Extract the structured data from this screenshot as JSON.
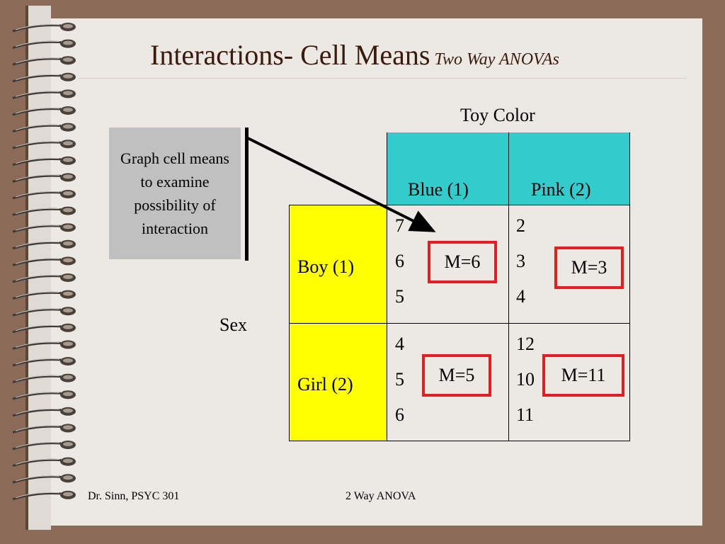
{
  "slide": {
    "title": "Interactions- Cell Means",
    "subtitle": "Two Way ANOVAs"
  },
  "note": {
    "text": "Graph cell means to examine possibility of interaction"
  },
  "table": {
    "column_factor": "Toy Color",
    "row_factor": "Sex",
    "columns": [
      "Blue (1)",
      "Pink (2)"
    ],
    "rows": [
      {
        "label": "Boy (1)",
        "cells": [
          {
            "values": [
              "7",
              "6",
              "5"
            ],
            "mean": "M=6"
          },
          {
            "values": [
              "2",
              "3",
              "4"
            ],
            "mean": "M=3"
          }
        ]
      },
      {
        "label": "Girl (2)",
        "cells": [
          {
            "values": [
              "4",
              "5",
              "6"
            ],
            "mean": "M=5"
          },
          {
            "values": [
              "12",
              "10",
              "11"
            ],
            "mean": "M=11"
          }
        ]
      }
    ],
    "colors": {
      "column_header": "#33cccc",
      "row_header": "#ffff00",
      "mean_border": "#e41e1e"
    }
  },
  "footer": {
    "left": "Dr. Sinn, PSYC 301",
    "center": "2 Way ANOVA"
  },
  "icons": [
    "spiral-binding-icon",
    "arrow-icon"
  ]
}
